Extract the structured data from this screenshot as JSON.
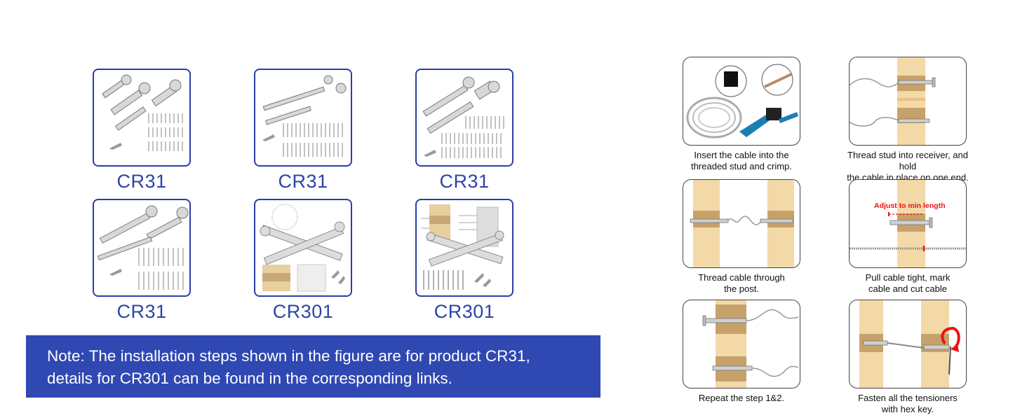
{
  "products": [
    {
      "code": "CR31"
    },
    {
      "code": "CR31"
    },
    {
      "code": "CR31"
    },
    {
      "code": "CR31"
    },
    {
      "code": "CR301"
    },
    {
      "code": "CR301"
    }
  ],
  "note": {
    "line1": "Note: The installation steps shown in the figure are for product CR31,",
    "line2": "details for CR301 can be found in the corresponding links."
  },
  "steps": [
    {
      "line1": "Insert the cable into the",
      "line2": "threaded stud and crimp."
    },
    {
      "line1": "Thread stud into receiver, and hold",
      "line2": "the cable in place on one end."
    },
    {
      "line1": "Thread cable through",
      "line2": "the post."
    },
    {
      "line1": "Pull cable tight, mark",
      "line2": "cable and cut cable"
    },
    {
      "line1": "Repeat the step 1&2.",
      "line2": ""
    },
    {
      "line1": "Fasten all the tensioners",
      "line2": "with hex key."
    }
  ],
  "step4_label": "Adjust to min length",
  "colors": {
    "brand": "#3048b2",
    "product_text": "#2c44a8",
    "annotation": "#e11111"
  }
}
